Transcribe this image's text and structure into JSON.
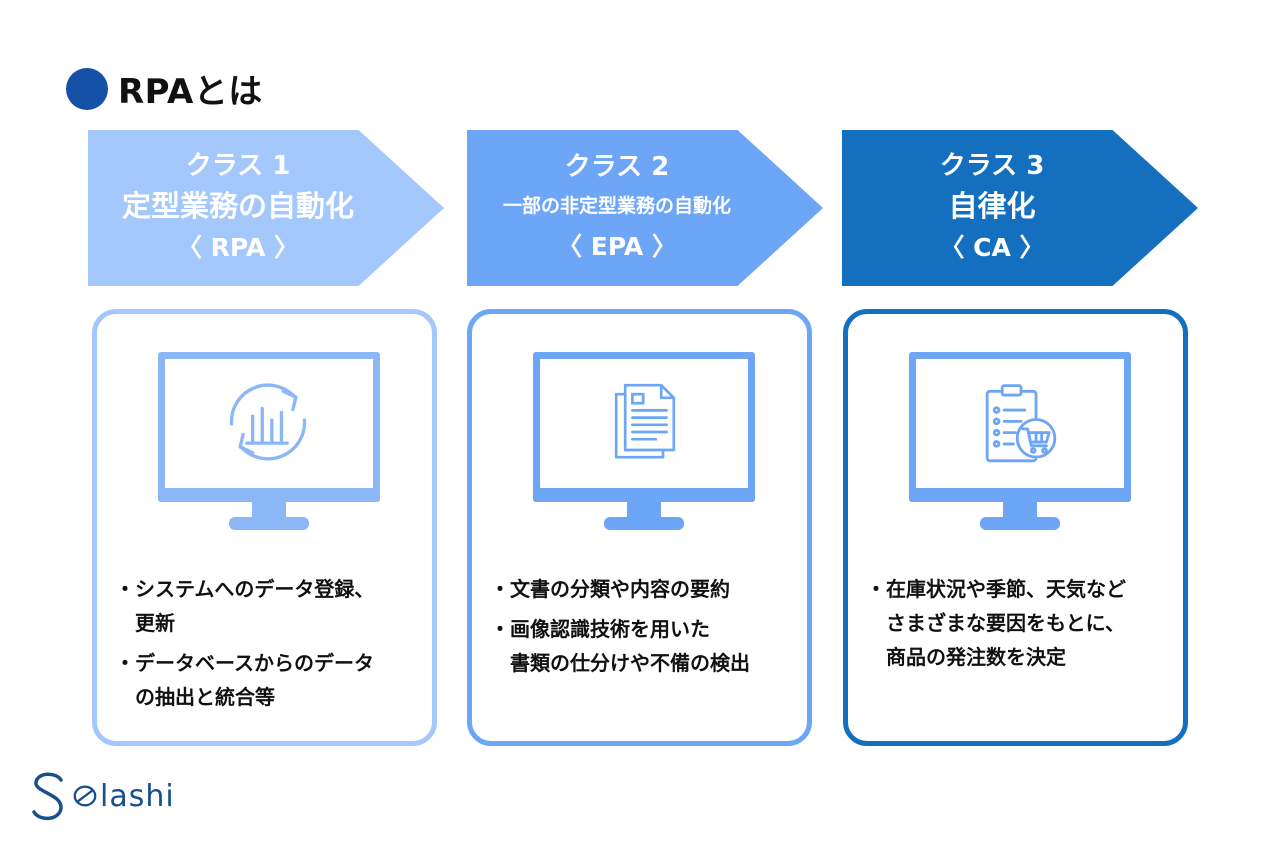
{
  "title": "RPAとは",
  "colors": {
    "title_dot": "#1551a7",
    "class1": "#a4c8fb",
    "class2": "#6da5f7",
    "class3": "#1470be",
    "logo": "#1a4f8e"
  },
  "classes": [
    {
      "heading": "クラス 1",
      "subtitle": "定型業務の自動化",
      "abbr": "〈 RPA 〉",
      "icon": "refresh-chart-icon",
      "bullets": [
        "システムへのデータ登録、\n更新",
        "データベースからのデータ\nの抽出と統合等"
      ]
    },
    {
      "heading": "クラス 2",
      "subtitle": "一部の非定型業務の自動化",
      "abbr": "〈 EPA 〉",
      "icon": "document-icon",
      "bullets": [
        "文書の分類や内容の要約",
        "画像認識技術を用いた\n書類の仕分けや不備の検出"
      ]
    },
    {
      "heading": "クラス 3",
      "subtitle": "自律化",
      "abbr": "〈 CA 〉",
      "icon": "clipboard-cart-icon",
      "bullets": [
        "在庫状況や季節、天気など\nさまざまな要因をもとに、\n商品の発注数を決定"
      ]
    }
  ],
  "bullet_mark": "・",
  "logo": {
    "initial": "S",
    "text": "lashi"
  }
}
